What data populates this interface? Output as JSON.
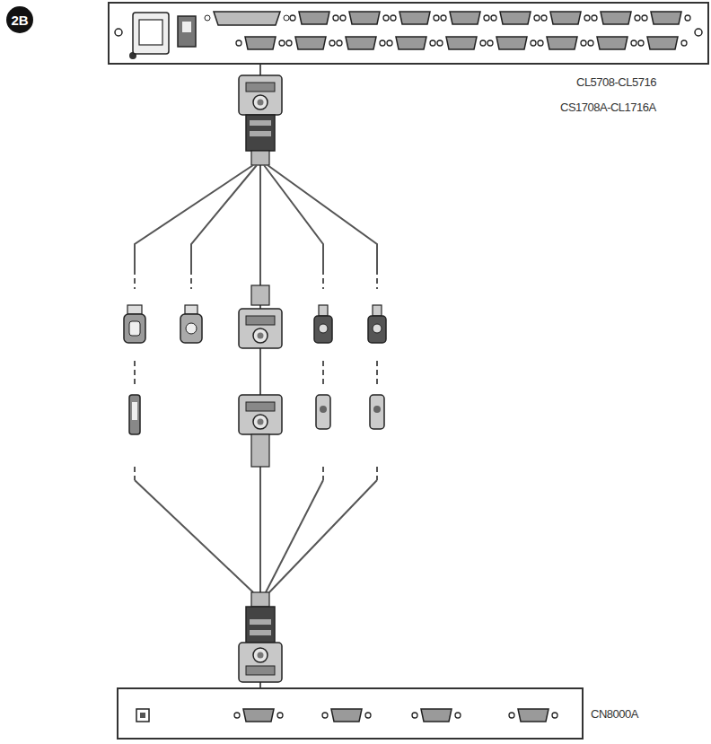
{
  "diagram": {
    "nodes": [
      {
        "text": [
          "CL5708-CL5716",
          "CS1708A-CL1716A"
        ]
      },
      {
        "text": [
          "CN8000A"
        ]
      }
    ],
    "edges": [
      {
        "from": 0,
        "to": 1,
        "arrow": "none"
      }
    ],
    "labels": [
      "2B"
    ]
  }
}
